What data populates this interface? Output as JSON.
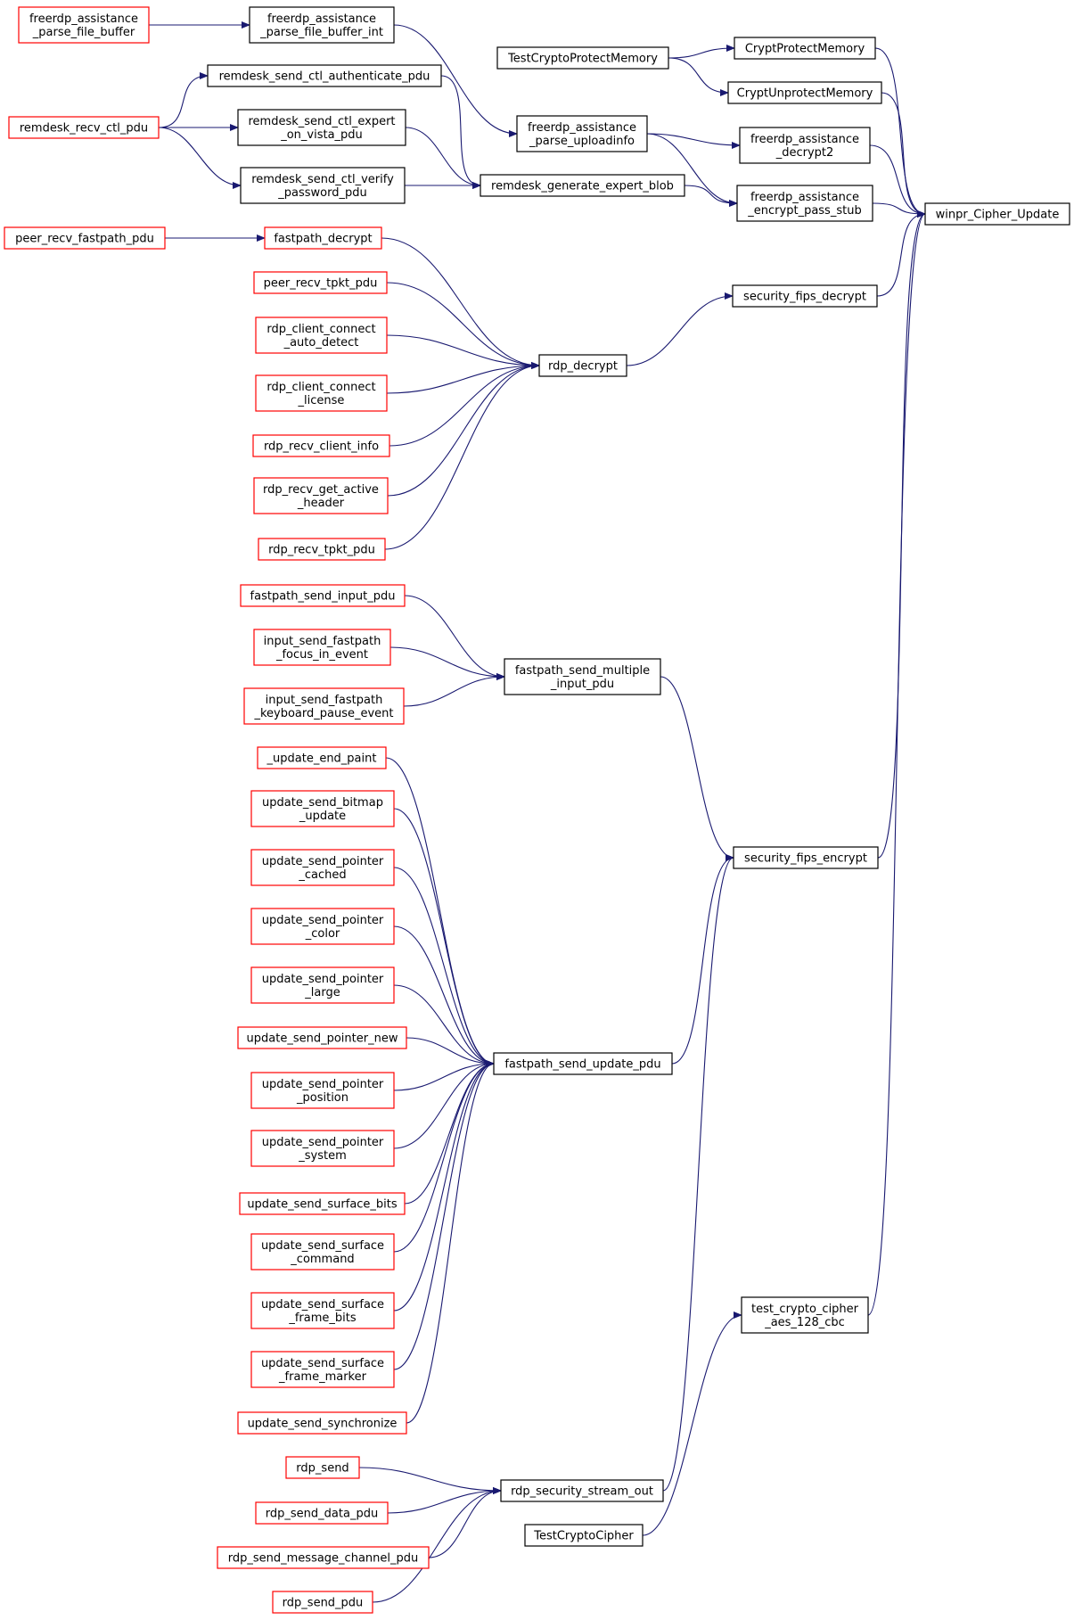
{
  "colors": {
    "edge": "#191970",
    "border_normal": "#000000",
    "border_truncated": "#ff0000",
    "fill_normal": "#ffffff",
    "fill_focus": "#bfbfbf"
  },
  "nodes": {
    "winpr_cipher_update": {
      "lines": [
        "winpr_Cipher_Update"
      ],
      "style": "focus"
    },
    "crypt_protect_memory": {
      "lines": [
        "CryptProtectMemory"
      ],
      "style": "normal"
    },
    "crypt_unprotect_memory": {
      "lines": [
        "CryptUnprotectMemory"
      ],
      "style": "normal"
    },
    "test_crypto_protect_memory": {
      "lines": [
        "TestCryptoProtectMemory"
      ],
      "style": "normal"
    },
    "fa_parse_file_buffer": {
      "lines": [
        "freerdp_assistance",
        "_parse_file_buffer"
      ],
      "style": "truncated"
    },
    "fa_parse_file_buffer_int": {
      "lines": [
        "freerdp_assistance",
        "_parse_file_buffer_int"
      ],
      "style": "normal"
    },
    "remdesk_send_ctl_authenticate_pdu": {
      "lines": [
        "remdesk_send_ctl_authenticate_pdu"
      ],
      "style": "normal"
    },
    "remdesk_recv_ctl_pdu": {
      "lines": [
        "remdesk_recv_ctl_pdu"
      ],
      "style": "truncated"
    },
    "remdesk_send_ctl_expert_on_vista_pdu": {
      "lines": [
        "remdesk_send_ctl_expert",
        "_on_vista_pdu"
      ],
      "style": "normal"
    },
    "fa_parse_uploadinfo": {
      "lines": [
        "freerdp_assistance",
        "_parse_uploadinfo"
      ],
      "style": "normal"
    },
    "fa_decrypt2": {
      "lines": [
        "freerdp_assistance",
        "_decrypt2"
      ],
      "style": "normal"
    },
    "remdesk_send_ctl_verify_password_pdu": {
      "lines": [
        "remdesk_send_ctl_verify",
        "_password_pdu"
      ],
      "style": "normal"
    },
    "remdesk_generate_expert_blob": {
      "lines": [
        "remdesk_generate_expert_blob"
      ],
      "style": "normal"
    },
    "fa_encrypt_pass_stub": {
      "lines": [
        "freerdp_assistance",
        "_encrypt_pass_stub"
      ],
      "style": "normal"
    },
    "peer_recv_fastpath_pdu": {
      "lines": [
        "peer_recv_fastpath_pdu"
      ],
      "style": "truncated"
    },
    "fastpath_decrypt": {
      "lines": [
        "fastpath_decrypt"
      ],
      "style": "truncated"
    },
    "peer_recv_tpkt_pdu": {
      "lines": [
        "peer_recv_tpkt_pdu"
      ],
      "style": "truncated"
    },
    "security_fips_decrypt": {
      "lines": [
        "security_fips_decrypt"
      ],
      "style": "normal"
    },
    "rdp_client_connect_auto_detect": {
      "lines": [
        "rdp_client_connect",
        "_auto_detect"
      ],
      "style": "truncated"
    },
    "rdp_decrypt": {
      "lines": [
        "rdp_decrypt"
      ],
      "style": "normal"
    },
    "rdp_client_connect_license": {
      "lines": [
        "rdp_client_connect",
        "_license"
      ],
      "style": "truncated"
    },
    "rdp_recv_client_info": {
      "lines": [
        "rdp_recv_client_info"
      ],
      "style": "truncated"
    },
    "rdp_recv_get_active_header": {
      "lines": [
        "rdp_recv_get_active",
        "_header"
      ],
      "style": "truncated"
    },
    "rdp_recv_tpkt_pdu": {
      "lines": [
        "rdp_recv_tpkt_pdu"
      ],
      "style": "truncated"
    },
    "fastpath_send_input_pdu": {
      "lines": [
        "fastpath_send_input_pdu"
      ],
      "style": "truncated"
    },
    "input_send_fastpath_focus_in_event": {
      "lines": [
        "input_send_fastpath",
        "_focus_in_event"
      ],
      "style": "truncated"
    },
    "fastpath_send_multiple_input_pdu": {
      "lines": [
        "fastpath_send_multiple",
        "_input_pdu"
      ],
      "style": "normal"
    },
    "input_send_fastpath_keyboard_pause_event": {
      "lines": [
        "input_send_fastpath",
        "_keyboard_pause_event"
      ],
      "style": "truncated"
    },
    "update_end_paint": {
      "lines": [
        "_update_end_paint"
      ],
      "style": "truncated"
    },
    "update_send_bitmap_update": {
      "lines": [
        "update_send_bitmap",
        "_update"
      ],
      "style": "truncated"
    },
    "security_fips_encrypt": {
      "lines": [
        "security_fips_encrypt"
      ],
      "style": "normal"
    },
    "update_send_pointer_cached": {
      "lines": [
        "update_send_pointer",
        "_cached"
      ],
      "style": "truncated"
    },
    "update_send_pointer_color": {
      "lines": [
        "update_send_pointer",
        "_color"
      ],
      "style": "truncated"
    },
    "update_send_pointer_large": {
      "lines": [
        "update_send_pointer",
        "_large"
      ],
      "style": "truncated"
    },
    "update_send_pointer_new": {
      "lines": [
        "update_send_pointer_new"
      ],
      "style": "truncated"
    },
    "fastpath_send_update_pdu": {
      "lines": [
        "fastpath_send_update_pdu"
      ],
      "style": "normal"
    },
    "update_send_pointer_position": {
      "lines": [
        "update_send_pointer",
        "_position"
      ],
      "style": "truncated"
    },
    "update_send_pointer_system": {
      "lines": [
        "update_send_pointer",
        "_system"
      ],
      "style": "truncated"
    },
    "update_send_surface_bits": {
      "lines": [
        "update_send_surface_bits"
      ],
      "style": "truncated"
    },
    "update_send_surface_command": {
      "lines": [
        "update_send_surface",
        "_command"
      ],
      "style": "truncated"
    },
    "update_send_surface_frame_bits": {
      "lines": [
        "update_send_surface",
        "_frame_bits"
      ],
      "style": "truncated"
    },
    "test_crypto_cipher_aes_128_cbc": {
      "lines": [
        "test_crypto_cipher",
        "_aes_128_cbc"
      ],
      "style": "normal"
    },
    "update_send_surface_frame_marker": {
      "lines": [
        "update_send_surface",
        "_frame_marker"
      ],
      "style": "truncated"
    },
    "update_send_synchronize": {
      "lines": [
        "update_send_synchronize"
      ],
      "style": "truncated"
    },
    "rdp_send": {
      "lines": [
        "rdp_send"
      ],
      "style": "truncated"
    },
    "rdp_security_stream_out": {
      "lines": [
        "rdp_security_stream_out"
      ],
      "style": "normal"
    },
    "rdp_send_data_pdu": {
      "lines": [
        "rdp_send_data_pdu"
      ],
      "style": "truncated"
    },
    "test_crypto_cipher": {
      "lines": [
        "TestCryptoCipher"
      ],
      "style": "normal"
    },
    "rdp_send_message_channel_pdu": {
      "lines": [
        "rdp_send_message_channel_pdu"
      ],
      "style": "truncated"
    },
    "rdp_send_pdu": {
      "lines": [
        "rdp_send_pdu"
      ],
      "style": "truncated"
    }
  },
  "edges": [
    [
      "crypt_protect_memory",
      "winpr_cipher_update"
    ],
    [
      "crypt_unprotect_memory",
      "winpr_cipher_update"
    ],
    [
      "fa_decrypt2",
      "winpr_cipher_update"
    ],
    [
      "fa_encrypt_pass_stub",
      "winpr_cipher_update"
    ],
    [
      "security_fips_decrypt",
      "winpr_cipher_update"
    ],
    [
      "security_fips_encrypt",
      "winpr_cipher_update"
    ],
    [
      "test_crypto_cipher_aes_128_cbc",
      "winpr_cipher_update"
    ],
    [
      "test_crypto_protect_memory",
      "crypt_protect_memory"
    ],
    [
      "test_crypto_protect_memory",
      "crypt_unprotect_memory"
    ],
    [
      "fa_parse_file_buffer",
      "fa_parse_file_buffer_int"
    ],
    [
      "fa_parse_file_buffer_int",
      "fa_parse_uploadinfo"
    ],
    [
      "fa_parse_uploadinfo",
      "fa_decrypt2"
    ],
    [
      "fa_parse_uploadinfo",
      "fa_encrypt_pass_stub"
    ],
    [
      "remdesk_generate_expert_blob",
      "fa_encrypt_pass_stub"
    ],
    [
      "remdesk_recv_ctl_pdu",
      "remdesk_send_ctl_authenticate_pdu"
    ],
    [
      "remdesk_recv_ctl_pdu",
      "remdesk_send_ctl_expert_on_vista_pdu"
    ],
    [
      "remdesk_recv_ctl_pdu",
      "remdesk_send_ctl_verify_password_pdu"
    ],
    [
      "remdesk_send_ctl_authenticate_pdu",
      "remdesk_generate_expert_blob"
    ],
    [
      "remdesk_send_ctl_expert_on_vista_pdu",
      "remdesk_generate_expert_blob"
    ],
    [
      "remdesk_send_ctl_verify_password_pdu",
      "remdesk_generate_expert_blob"
    ],
    [
      "peer_recv_fastpath_pdu",
      "fastpath_decrypt"
    ],
    [
      "fastpath_decrypt",
      "rdp_decrypt"
    ],
    [
      "peer_recv_tpkt_pdu",
      "rdp_decrypt"
    ],
    [
      "rdp_client_connect_auto_detect",
      "rdp_decrypt"
    ],
    [
      "rdp_client_connect_license",
      "rdp_decrypt"
    ],
    [
      "rdp_recv_client_info",
      "rdp_decrypt"
    ],
    [
      "rdp_recv_get_active_header",
      "rdp_decrypt"
    ],
    [
      "rdp_recv_tpkt_pdu",
      "rdp_decrypt"
    ],
    [
      "rdp_decrypt",
      "security_fips_decrypt"
    ],
    [
      "fastpath_send_input_pdu",
      "fastpath_send_multiple_input_pdu"
    ],
    [
      "input_send_fastpath_focus_in_event",
      "fastpath_send_multiple_input_pdu"
    ],
    [
      "input_send_fastpath_keyboard_pause_event",
      "fastpath_send_multiple_input_pdu"
    ],
    [
      "fastpath_send_multiple_input_pdu",
      "security_fips_encrypt"
    ],
    [
      "update_end_paint",
      "fastpath_send_update_pdu"
    ],
    [
      "update_send_bitmap_update",
      "fastpath_send_update_pdu"
    ],
    [
      "update_send_pointer_cached",
      "fastpath_send_update_pdu"
    ],
    [
      "update_send_pointer_color",
      "fastpath_send_update_pdu"
    ],
    [
      "update_send_pointer_large",
      "fastpath_send_update_pdu"
    ],
    [
      "update_send_pointer_new",
      "fastpath_send_update_pdu"
    ],
    [
      "update_send_pointer_position",
      "fastpath_send_update_pdu"
    ],
    [
      "update_send_pointer_system",
      "fastpath_send_update_pdu"
    ],
    [
      "update_send_surface_bits",
      "fastpath_send_update_pdu"
    ],
    [
      "update_send_surface_command",
      "fastpath_send_update_pdu"
    ],
    [
      "update_send_surface_frame_bits",
      "fastpath_send_update_pdu"
    ],
    [
      "update_send_surface_frame_marker",
      "fastpath_send_update_pdu"
    ],
    [
      "update_send_synchronize",
      "fastpath_send_update_pdu"
    ],
    [
      "fastpath_send_update_pdu",
      "security_fips_encrypt"
    ],
    [
      "rdp_security_stream_out",
      "security_fips_encrypt"
    ],
    [
      "rdp_send",
      "rdp_security_stream_out"
    ],
    [
      "rdp_send_data_pdu",
      "rdp_security_stream_out"
    ],
    [
      "rdp_send_message_channel_pdu",
      "rdp_security_stream_out"
    ],
    [
      "rdp_send_pdu",
      "rdp_security_stream_out"
    ],
    [
      "test_crypto_cipher",
      "test_crypto_cipher_aes_128_cbc"
    ]
  ]
}
